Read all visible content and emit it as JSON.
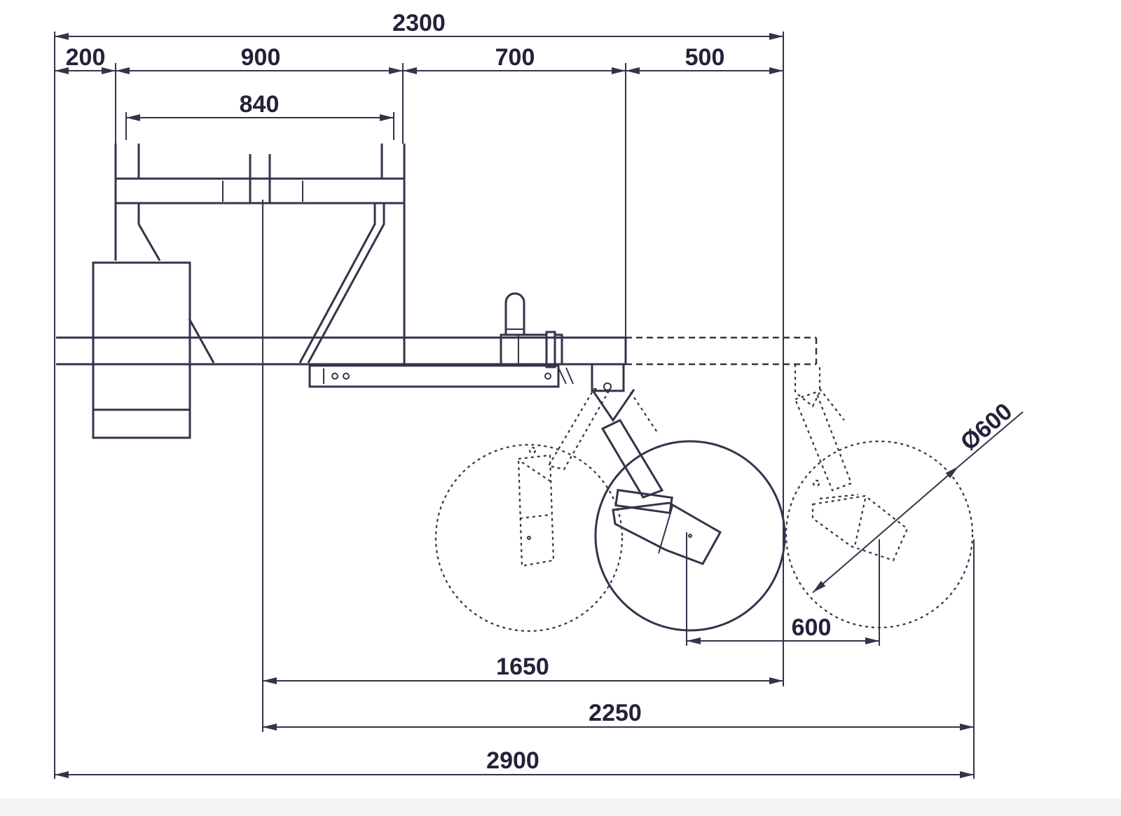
{
  "dimensions": {
    "top_overall": "2300",
    "seg_200": "200",
    "seg_900": "900",
    "seg_700": "700",
    "seg_500": "500",
    "hitch_width": "840",
    "diameter": "Ø600",
    "wheel_spacing": "600",
    "length_1650": "1650",
    "length_2250": "2250",
    "overall_length": "2900"
  }
}
